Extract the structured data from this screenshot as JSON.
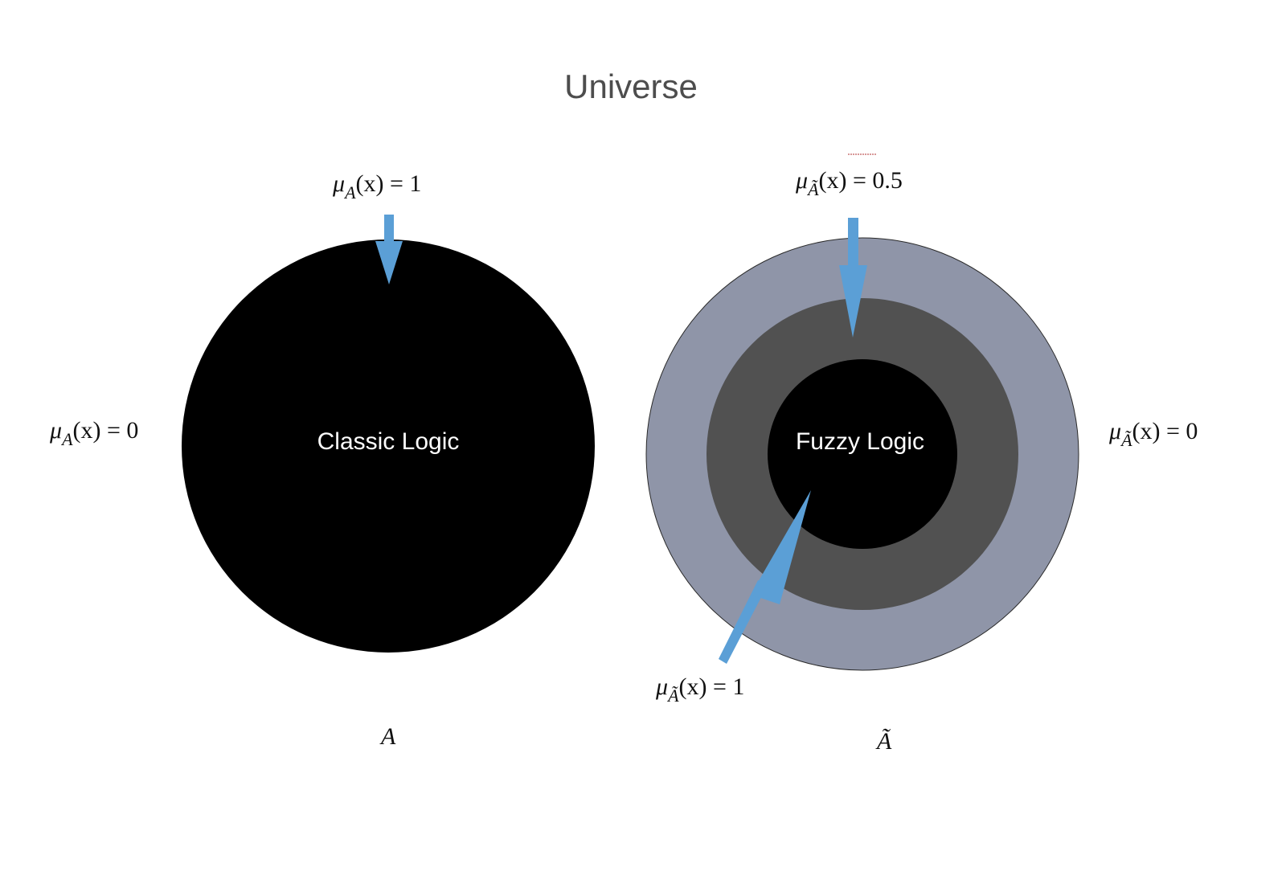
{
  "title": "Universe",
  "classic": {
    "label": "Classic Logic",
    "set_name": "A",
    "membership_top": {
      "mu": "μ",
      "sub": "A",
      "rest": "(x) = 1"
    },
    "membership_outside": {
      "mu": "μ",
      "sub": "A",
      "rest": "(x) = 0"
    }
  },
  "fuzzy": {
    "label": "Fuzzy Logic",
    "set_name": "Ã",
    "membership_top": {
      "mu": "μ",
      "sub": "Ã",
      "rest": "(x) = 0.5"
    },
    "membership_bottom": {
      "mu": "μ",
      "sub": "Ã",
      "rest": "(x) = 1"
    },
    "membership_outside": {
      "mu": "μ",
      "sub": "Ã",
      "rest": "(x) = 0"
    }
  },
  "colors": {
    "arrow": "#5b9fd6",
    "classic_fill": "#000000",
    "fuzzy_outer": "#8f95a8",
    "fuzzy_middle": "#515151",
    "fuzzy_inner": "#000000",
    "title": "#4d4d4d"
  }
}
